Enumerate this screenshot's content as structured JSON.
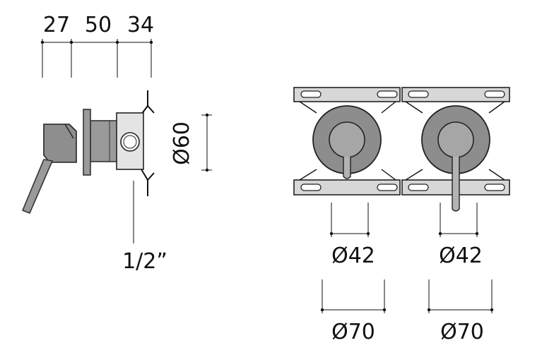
{
  "side_view": {
    "dims_top": [
      "27",
      "50",
      "34"
    ],
    "dim_height": "Ø60",
    "thread": "1/2”"
  },
  "front_view": {
    "dims_inner": [
      "Ø42",
      "Ø42"
    ],
    "dims_outer": [
      "Ø70",
      "Ø70"
    ]
  },
  "colors": {
    "line": "#111111",
    "plate": "#d7d7d7",
    "metal": "#9a9a9a"
  }
}
